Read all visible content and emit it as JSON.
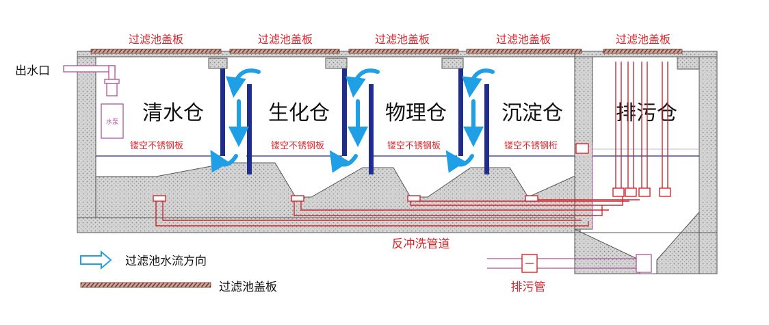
{
  "outlet_label": "出水口",
  "pump_label": "水泵",
  "cover_label": "过滤池盖板",
  "chambers": [
    "清水仓",
    "生化仓",
    "物理仓",
    "沉淀仓",
    "排污仓"
  ],
  "plate_labels": [
    "镂空不锈钢板",
    "镂空不锈钢板",
    "镂空不锈钢板",
    "镂空不锈钢桁"
  ],
  "backwash_label": "反冲洗管道",
  "drain_pipe_label": "排污管",
  "legend": {
    "flow_label": "过滤池水流方向",
    "cover_label": "过滤池盖板"
  },
  "colors": {
    "concrete": "#d9d9d9",
    "wall_blue": "#1f2e8c",
    "arrow_blue": "#1fa0e6",
    "pipe_red": "#d8232a",
    "cover_brown": "#8b4a3c"
  }
}
